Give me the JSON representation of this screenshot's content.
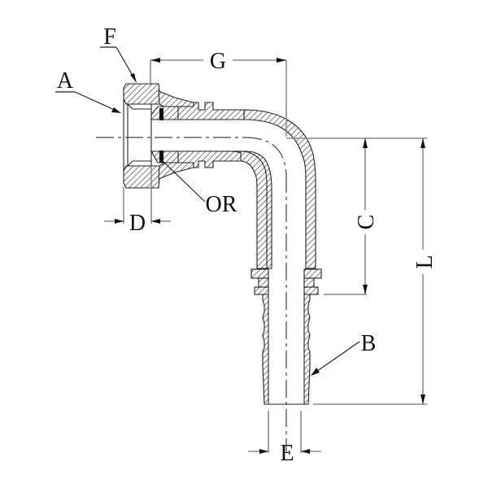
{
  "diagram": {
    "title": "90° elbow hose fitting with female swivel nut and O-ring (sectional view)",
    "labels": {
      "A": "A",
      "F": "F",
      "G": "G",
      "D": "D",
      "OR": "OR",
      "C": "C",
      "L": "L",
      "B": "B",
      "E": "E"
    },
    "colors": {
      "line": "#222222",
      "dimension_line": "#8a8a8a",
      "background": "#ffffff"
    }
  }
}
